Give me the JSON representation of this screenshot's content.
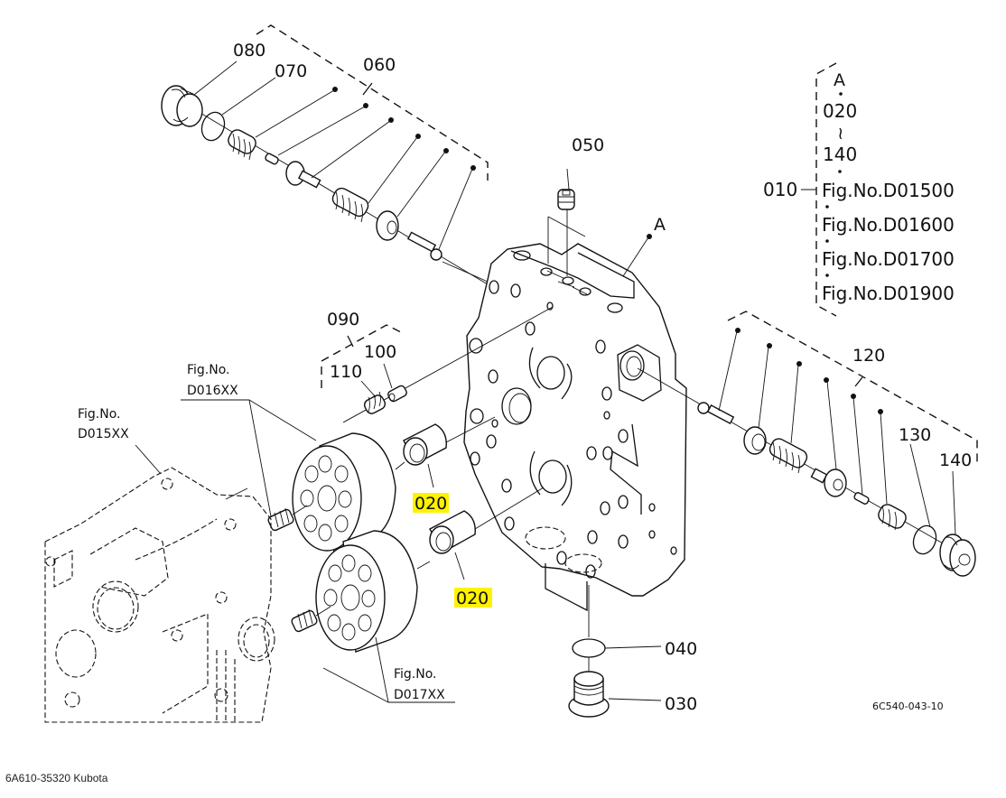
{
  "diagram": {
    "title": "Kubota hydraulic pump valve plate assembly – exploded parts view",
    "drawing_number": "6C540-043-10",
    "caption": "6A610-35320 Kubota",
    "highlight_color": "#fff200",
    "callouts": {
      "p010": "010",
      "p020_a": "020",
      "p020_b": "020",
      "p030": "030",
      "p040": "040",
      "p050": "050",
      "p060": "060",
      "p070": "070",
      "p080": "080",
      "p090": "090",
      "p100": "100",
      "p110": "110",
      "p120": "120",
      "p130": "130",
      "p140": "140",
      "assembly_a": "A"
    },
    "assembly_legend": {
      "a": "A",
      "from": "020",
      "tilde": "~",
      "to": "140",
      "figs": [
        "Fig.No.D01500",
        "Fig.No.D01600",
        "Fig.No.D01700",
        "Fig.No.D01900"
      ]
    },
    "fig_refs": {
      "d015": {
        "line1": "Fig.No.",
        "line2": "D015XX"
      },
      "d016": {
        "line1": "Fig.No.",
        "line2": "D016XX"
      },
      "d017": {
        "line1": "Fig.No.",
        "line2": "D017XX"
      }
    }
  }
}
